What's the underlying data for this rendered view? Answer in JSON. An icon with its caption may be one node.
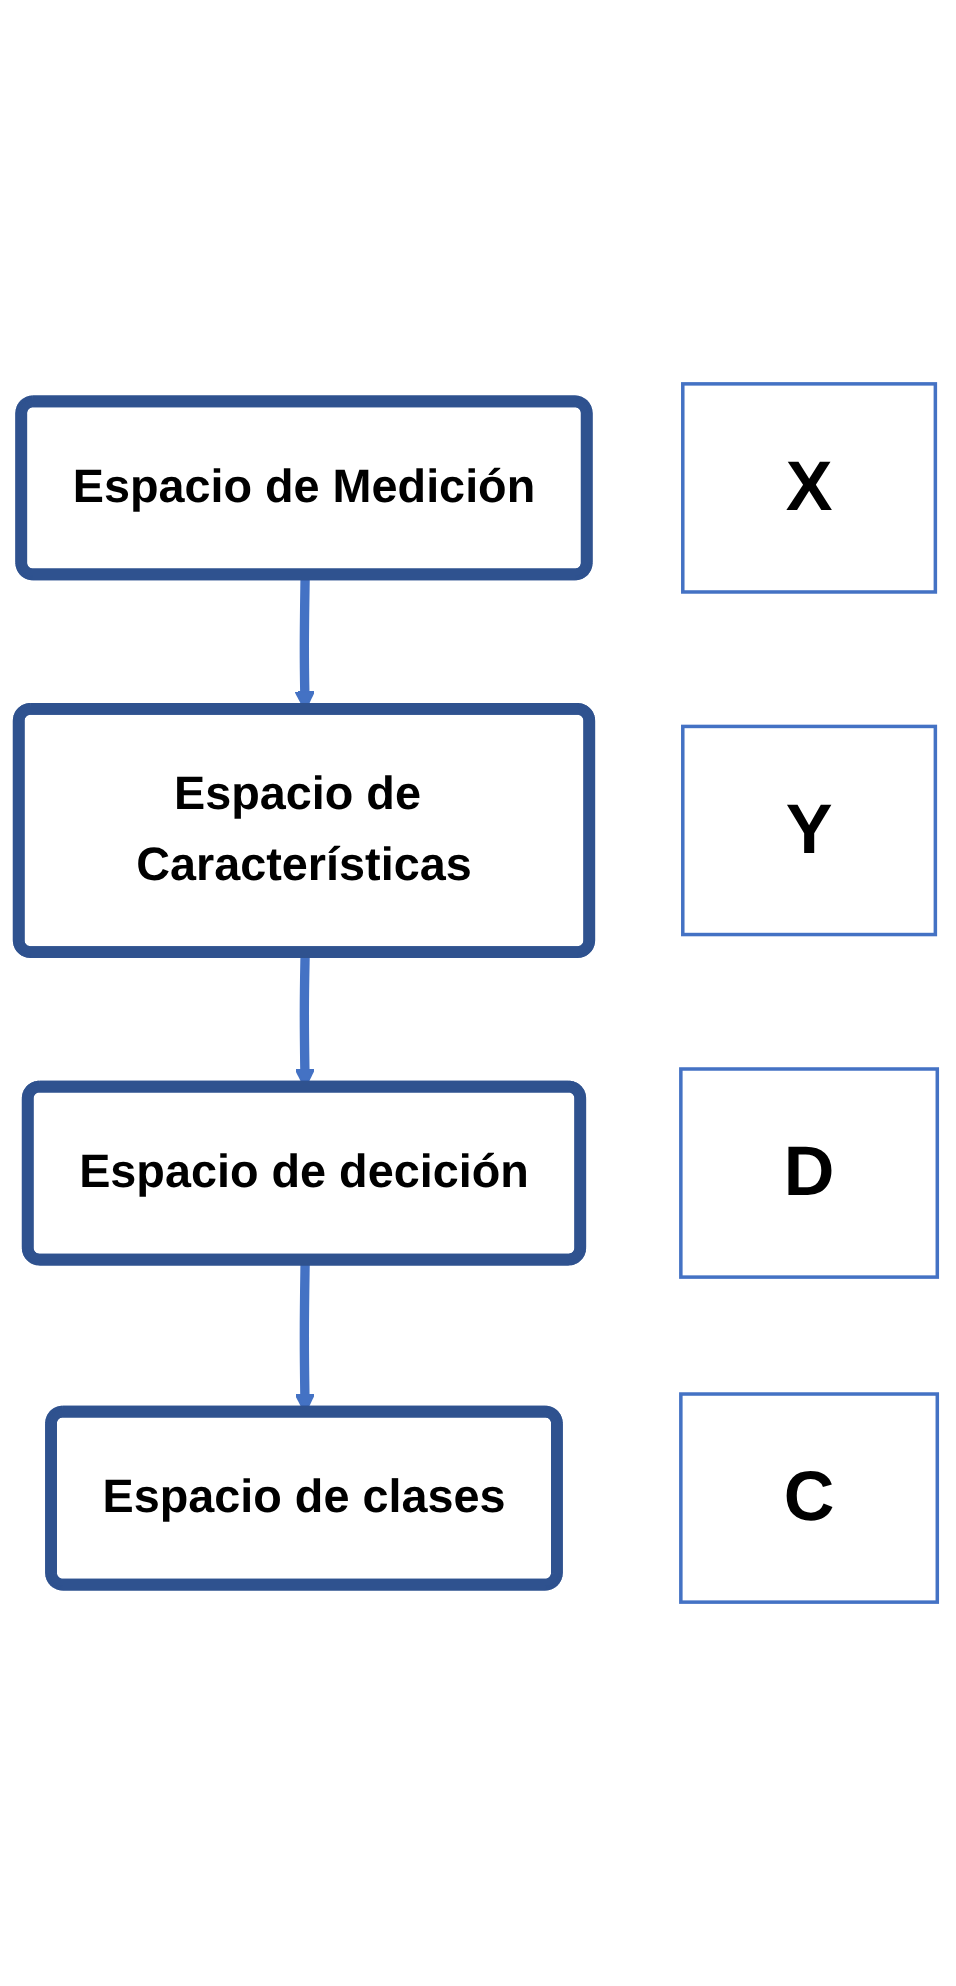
{
  "diagram": {
    "nodes": [
      {
        "text": [
          "Espacio de Medición"
        ]
      },
      {
        "text": [
          "X"
        ]
      },
      {
        "text": [
          "Espacio de Características"
        ]
      },
      {
        "text": [
          "Y"
        ]
      },
      {
        "text": [
          "Espacio de decición"
        ]
      },
      {
        "text": [
          "D"
        ]
      },
      {
        "text": [
          "Espacio de clases"
        ]
      },
      {
        "text": [
          "C"
        ]
      }
    ],
    "edges": [
      {
        "from": 0,
        "to": 2,
        "arrow": "to"
      },
      {
        "from": 2,
        "to": 4,
        "arrow": "to"
      },
      {
        "from": 4,
        "to": 6,
        "arrow": "to"
      }
    ]
  }
}
